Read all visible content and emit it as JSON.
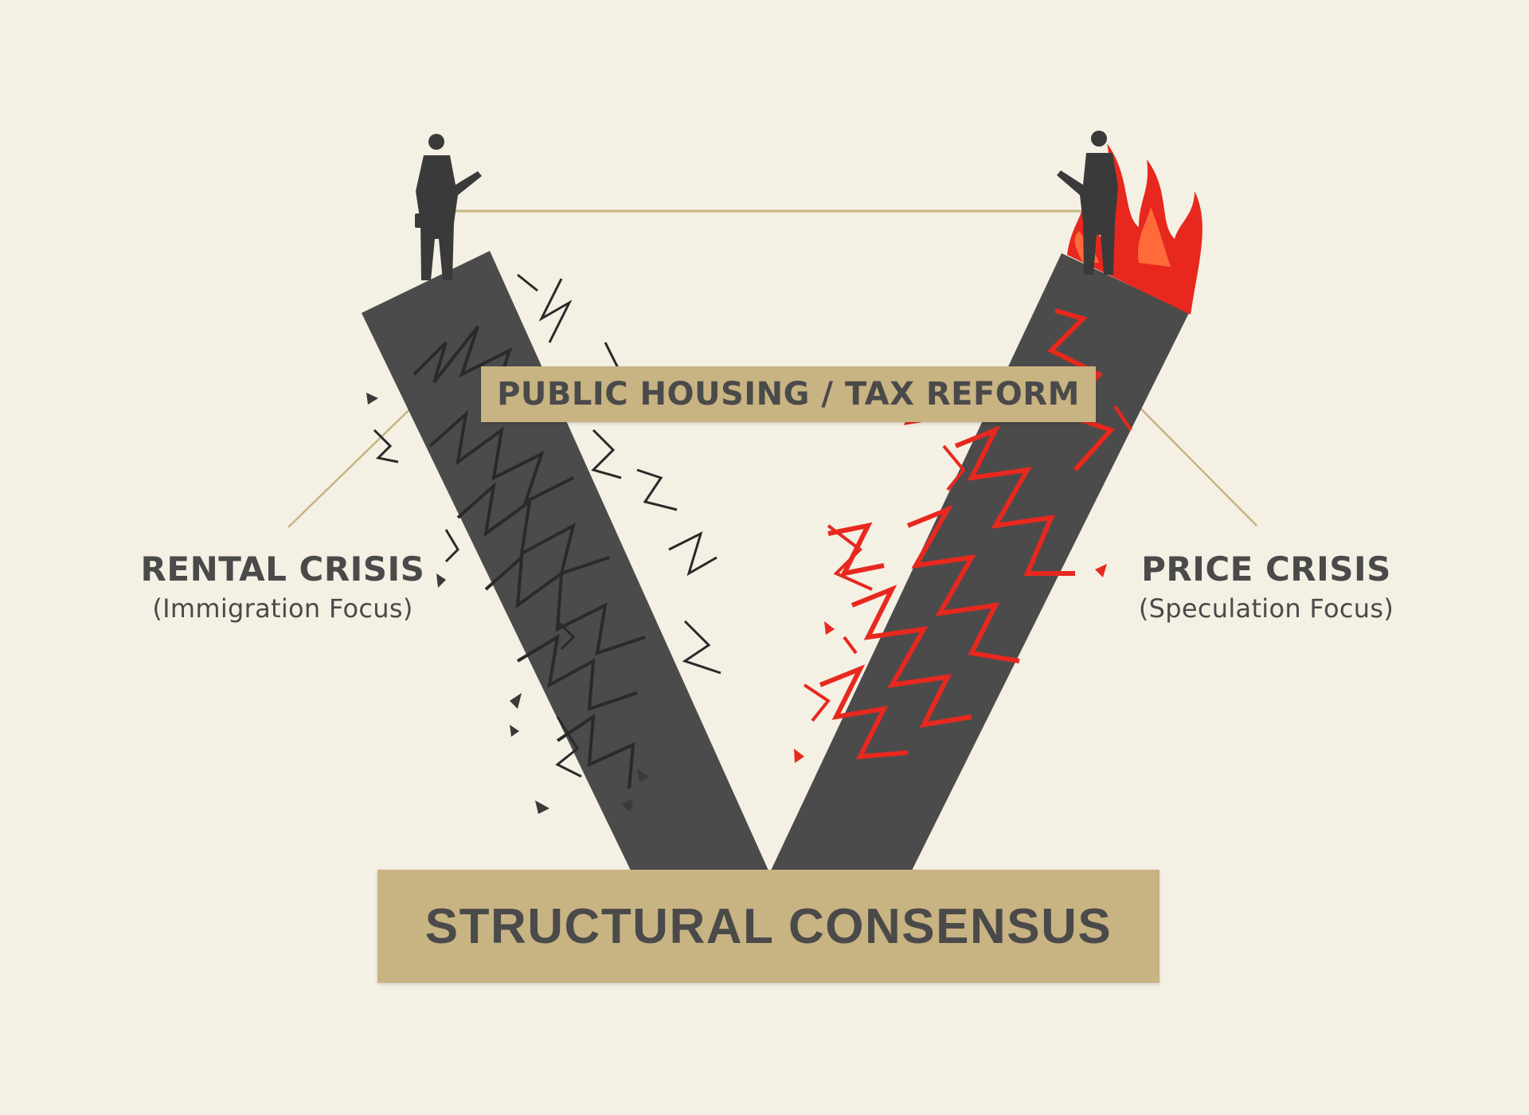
{
  "center_bar": {
    "text": "PUBLIC HOUSING / TAX REFORM"
  },
  "left_side": {
    "title": "RENTAL CRISIS",
    "subtitle": "(Immigration Focus)"
  },
  "right_side": {
    "title": "PRICE CRISIS",
    "subtitle": "(Speculation Focus)"
  },
  "base": {
    "text": "STRUCTURAL CONSENSUS"
  },
  "colors": {
    "background": "#f4f0e4",
    "pillar": "#4b4b4b",
    "accent_gold": "#c8b382",
    "crack_red": "#e8281e",
    "text": "#4a4a4a",
    "figure": "#3a3a3a"
  },
  "icons": [
    "person-silhouette-left",
    "person-silhouette-right",
    "fire-icon"
  ]
}
